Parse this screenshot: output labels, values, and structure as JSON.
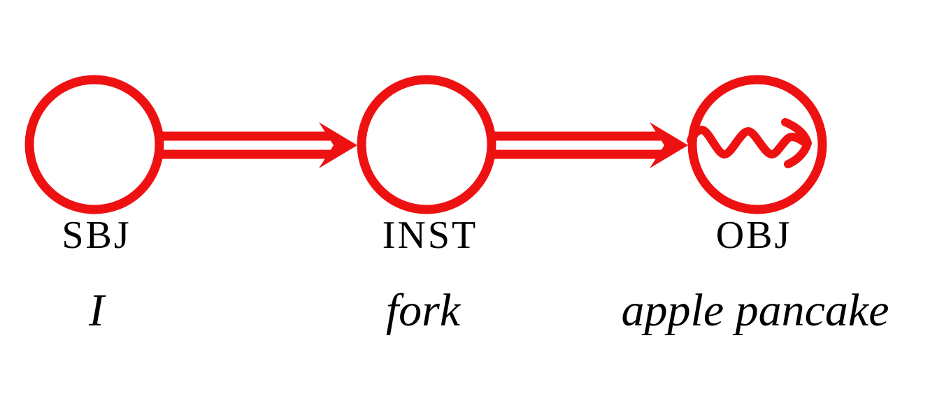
{
  "colors": {
    "accent": "#ee1111",
    "text": "#000000",
    "background": "#ffffff"
  },
  "diagram": {
    "nodes": [
      {
        "id": "sbj",
        "role": "SBJ",
        "word": "I"
      },
      {
        "id": "inst",
        "role": "INST",
        "word": "fork"
      },
      {
        "id": "obj",
        "role": "OBJ",
        "word": "apple pancake"
      }
    ],
    "edges": [
      {
        "from": "SBJ",
        "to": "INST",
        "style": "double-line-arrow"
      },
      {
        "from": "INST",
        "to": "OBJ",
        "style": "double-line-arrow"
      }
    ],
    "obj_inner_symbol": "wavy-arrow"
  }
}
